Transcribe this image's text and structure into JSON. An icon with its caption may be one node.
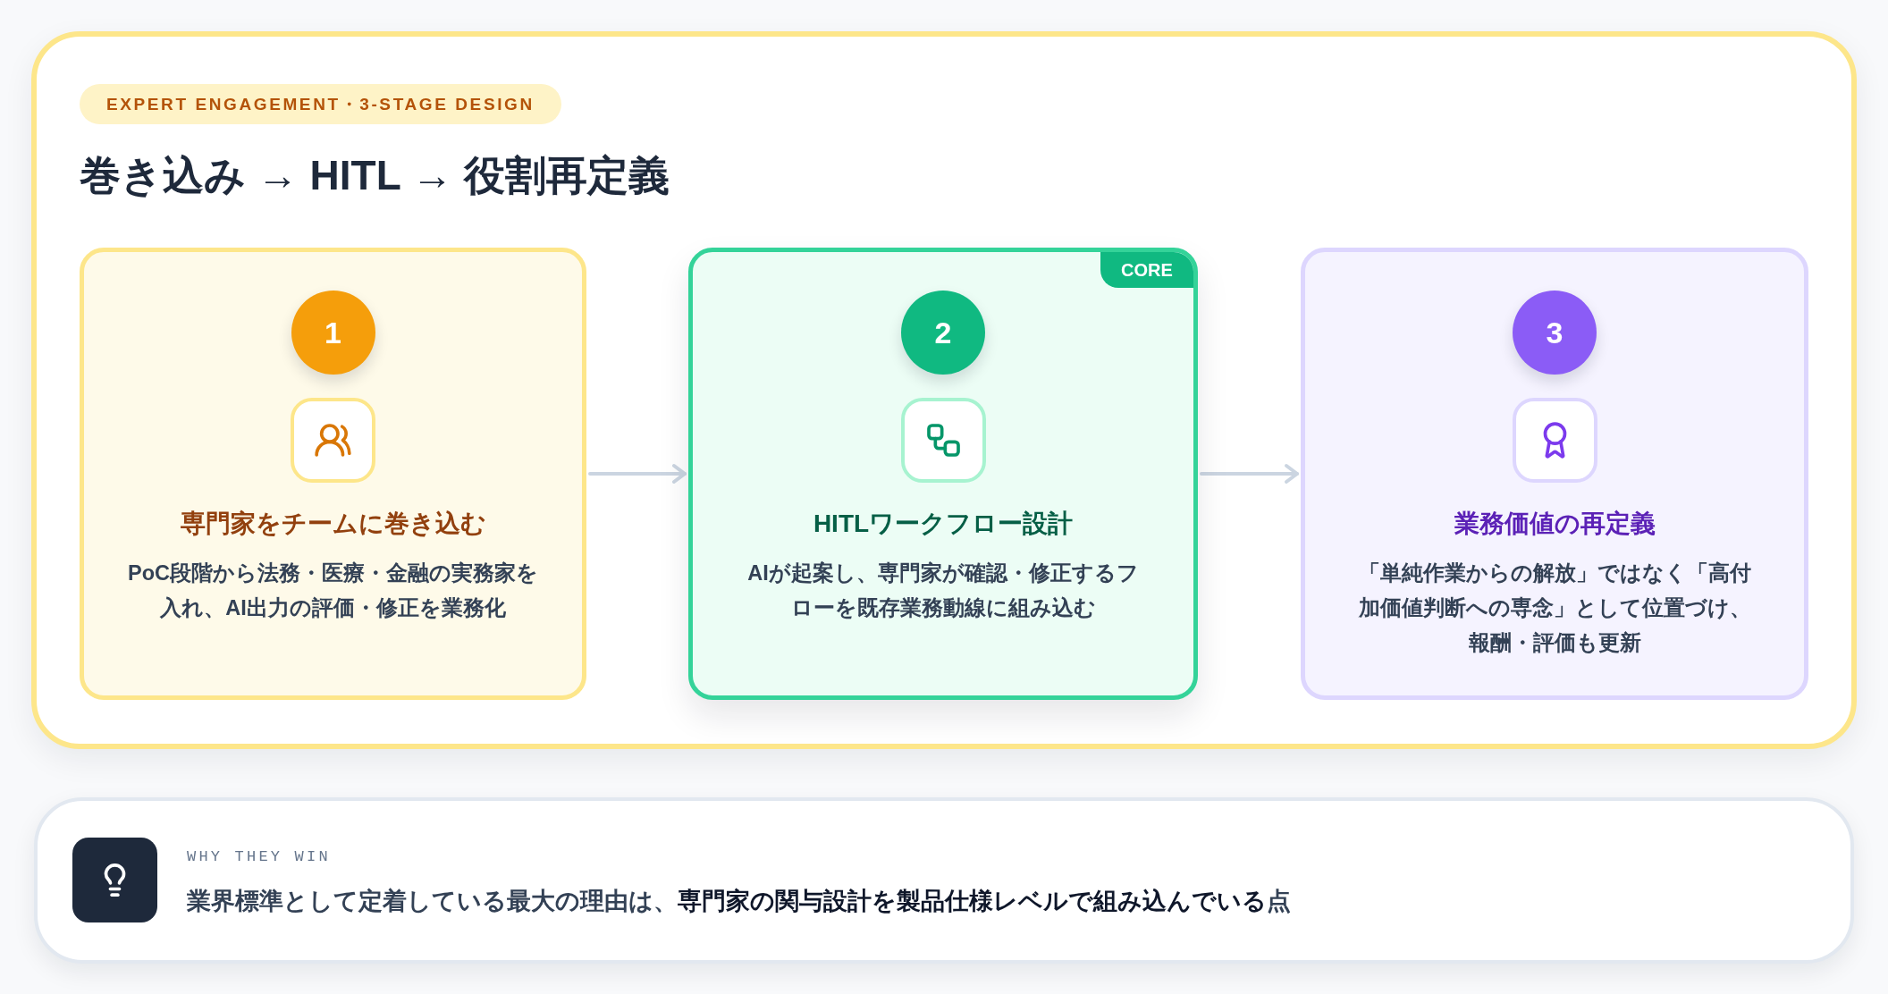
{
  "diagram": {
    "title": "巻き込み → HITL → 役割再定義",
    "nodes": [
      {
        "text": [
          "専門家をチームに巻き込む",
          "PoC段階から法務・医療・金融の実務家を入れ、AI出力の評価・修正を業務化"
        ]
      },
      {
        "text": [
          "1"
        ],
        "in": 0
      },
      {
        "text": [
          "HITLワークフロー設計",
          "AIが起案し、専門家が確認・修正するフローを既存業務動線に組み込む"
        ]
      },
      {
        "text": [
          "CORE"
        ],
        "in": 2
      },
      {
        "text": [
          "2"
        ],
        "in": 2
      },
      {
        "text": [
          "業務価値の再定義",
          "「単純作業からの解放」ではなく「高付加価値判断への専念」として位置づけ、報酬・評価も更新"
        ]
      },
      {
        "text": [
          "3"
        ],
        "in": 5
      },
      {
        "text": [
          "WHY THEY WIN",
          "業界標準として定着している最大の理由は、**専門家の関与設計を製品仕様レベルで組み込んでいる**点"
        ]
      }
    ],
    "edges": [
      {
        "from": 0,
        "to": 2,
        "arrow": "to"
      },
      {
        "from": 2,
        "to": 5,
        "arrow": "to"
      }
    ],
    "labels": [
      "EXPERT ENGAGEMENT・3-STAGE DESIGN"
    ]
  }
}
